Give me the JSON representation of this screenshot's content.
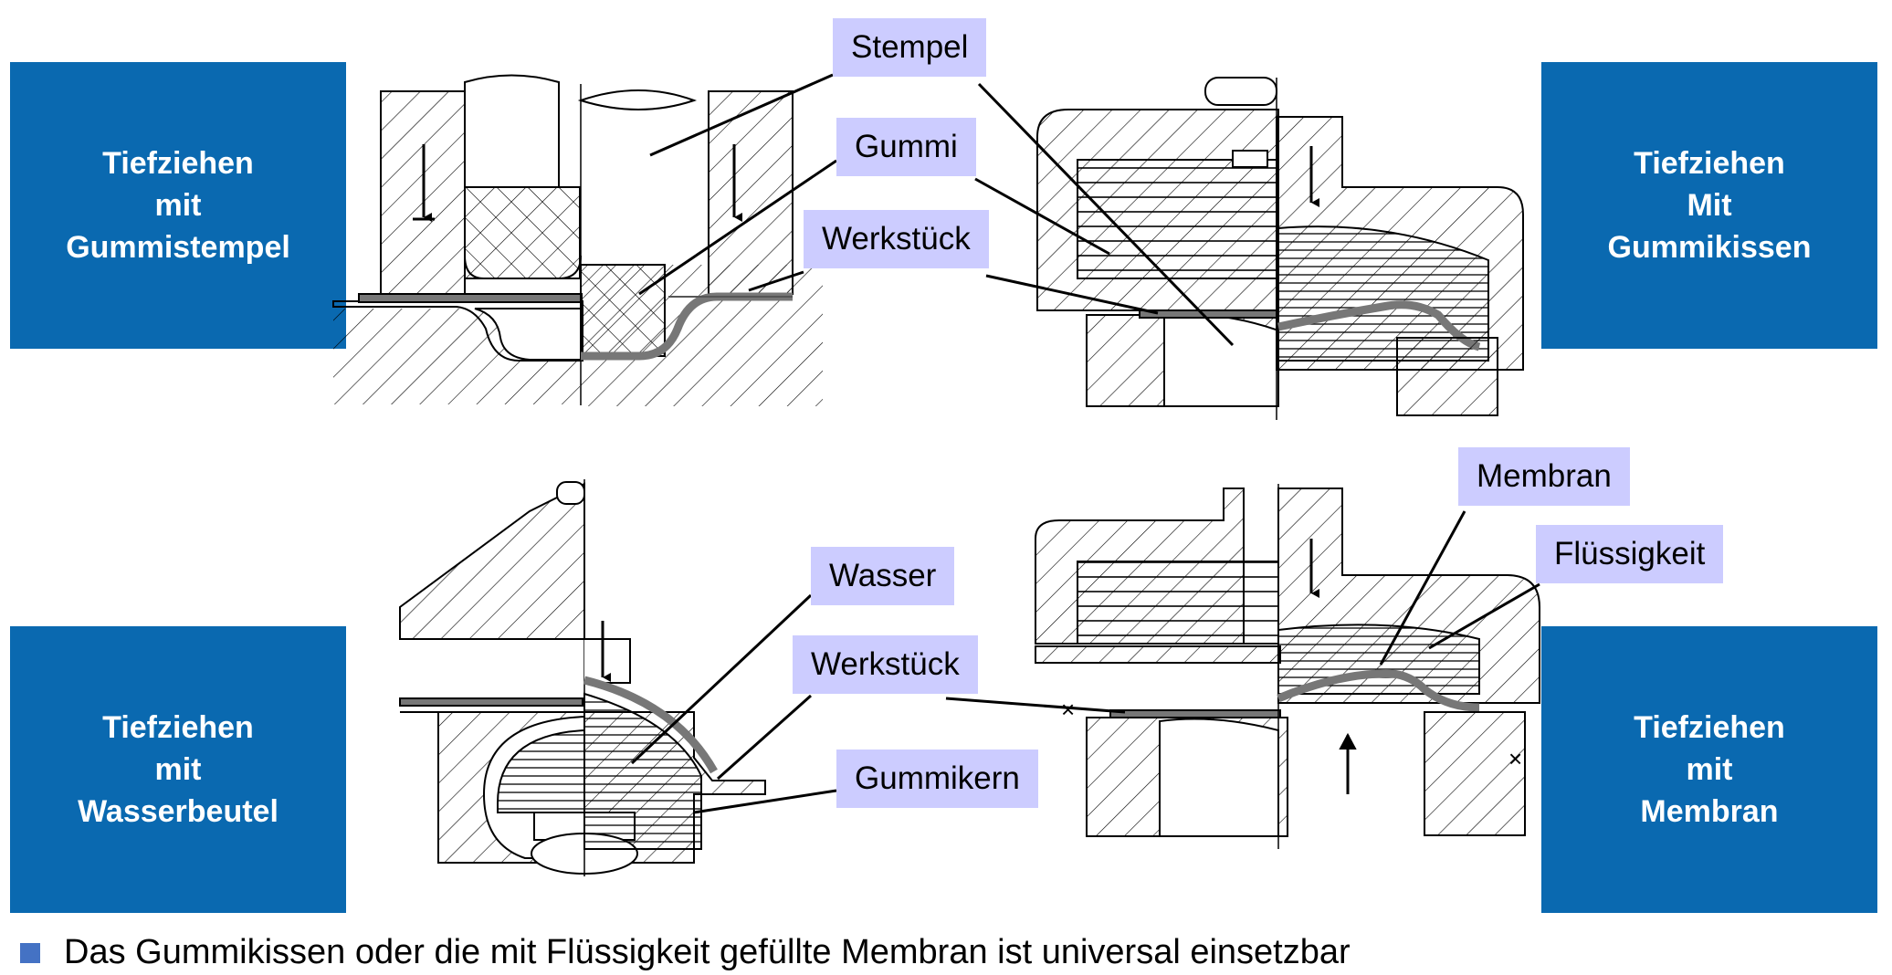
{
  "panels": {
    "top_left": [
      "Tiefziehen",
      "mit",
      "Gummistempel"
    ],
    "top_right": [
      "Tiefziehen",
      "Mit",
      "Gummikissen"
    ],
    "bottom_left": [
      "Tiefziehen",
      "mit",
      "Wasserbeutel"
    ],
    "bottom_right": [
      "Tiefziehen",
      "mit",
      "Membran"
    ]
  },
  "labels": {
    "stempel": "Stempel",
    "gummi": "Gummi",
    "werkstueck_top": "Werkstück",
    "membran": "Membran",
    "fluessigkeit": "Flüssigkeit",
    "wasser": "Wasser",
    "werkstueck_bottom": "Werkstück",
    "gummikern": "Gummikern"
  },
  "colors": {
    "panel_bg": "#0A69B0",
    "panel_text": "#FFFFFF",
    "label_bg": "#CCCCFF",
    "bullet": "#4472C4",
    "workpiece": "#777777"
  },
  "footer": {
    "bullet_icon": "square-bullet-icon",
    "text": "Das Gummikissen oder die mit Flüssigkeit gefüllte Membran ist universal einsetzbar"
  }
}
